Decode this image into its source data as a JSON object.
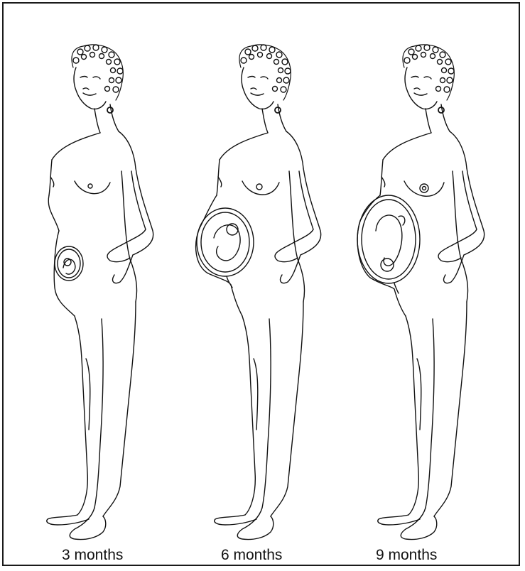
{
  "figures": [
    {
      "caption": "3 months",
      "stage": "early",
      "belly": "flat"
    },
    {
      "caption": "6 months",
      "stage": "middle",
      "belly": "round"
    },
    {
      "caption": "9 months",
      "stage": "late",
      "belly": "full"
    }
  ],
  "colors": {
    "line": "#111111",
    "background": "#ffffff",
    "border": "#1a1a1a"
  }
}
